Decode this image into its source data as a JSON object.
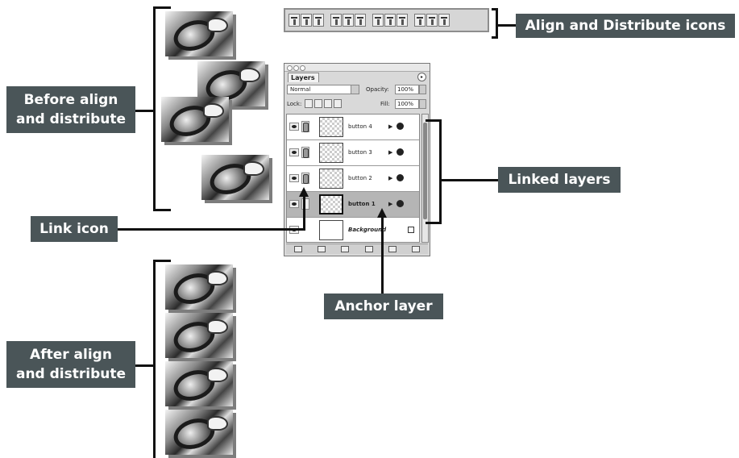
{
  "callouts": {
    "align_distribute": "Align and Distribute icons",
    "before_line1": "Before align",
    "before_line2": "and distribute",
    "linked_layers": "Linked layers",
    "link_icon": "Link icon",
    "anchor_layer": "Anchor layer",
    "after_line1": "After align",
    "after_line2": "and distribute"
  },
  "toolbar": {
    "icons": [
      "align-top-icon",
      "align-vertical-center-icon",
      "align-bottom-icon",
      "align-left-icon",
      "align-horizontal-center-icon",
      "align-right-icon",
      "distribute-top-icon",
      "distribute-vertical-center-icon",
      "distribute-bottom-icon",
      "distribute-left-icon",
      "distribute-horizontal-center-icon",
      "distribute-right-icon"
    ]
  },
  "layers_panel": {
    "tab_label": "Layers",
    "blend_mode": "Normal",
    "opacity_label": "Opacity:",
    "opacity_value": "100%",
    "lock_label": "Lock:",
    "fill_label": "Fill:",
    "fill_value": "100%",
    "layers": [
      {
        "name": "button 4",
        "linked": true,
        "selected": false
      },
      {
        "name": "button 3",
        "linked": true,
        "selected": false
      },
      {
        "name": "button 2",
        "linked": true,
        "selected": false
      },
      {
        "name": "button 1",
        "linked": false,
        "selected": true
      },
      {
        "name": "Background",
        "linked": false,
        "selected": false
      }
    ]
  }
}
